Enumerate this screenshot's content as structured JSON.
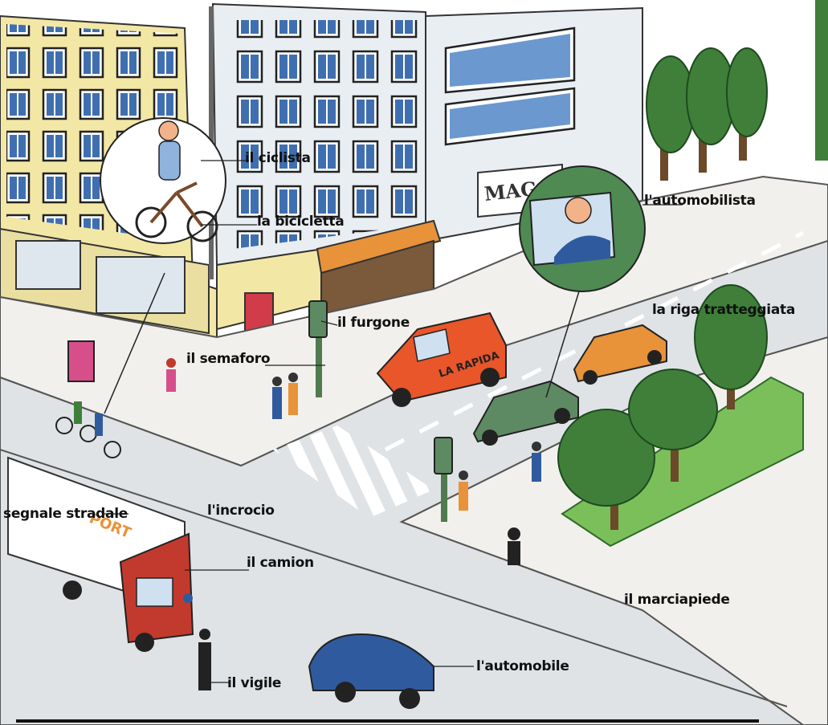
{
  "labels": {
    "ciclista": "il ciclista",
    "bicicletta": "la bicicletta",
    "automobilista": "l'automobilista",
    "furgone": "il furgone",
    "riga_tratteggiata": "la riga tratteggiata",
    "semaforo": "il semaforo",
    "segnale_stradale": "segnale stradale",
    "incrocio": "l'incrocio",
    "camion": "il camion",
    "marciapiede": "il marciapiede",
    "automobile": "l'automobile",
    "vigile": "il vigile"
  },
  "signs": {
    "shop": "MAGA",
    "van": "LA RAPIDA",
    "truck": "PORT"
  },
  "colors": {
    "sky": "#ffffff",
    "building_yellow": "#f3e7a6",
    "building_white": "#e9eef3",
    "window_blue": "#3f6fb0",
    "road": "#dfe3e6",
    "sidewalk": "#f2f0ec",
    "grass": "#7bbf5a",
    "tree": "#3f7f3a",
    "van": "#e8562a",
    "car_orange": "#e8923a",
    "car_green": "#5e8a63",
    "car_blue": "#2f5b9e",
    "truck_red": "#c23a2e",
    "callout_green": "#4e8a52"
  }
}
